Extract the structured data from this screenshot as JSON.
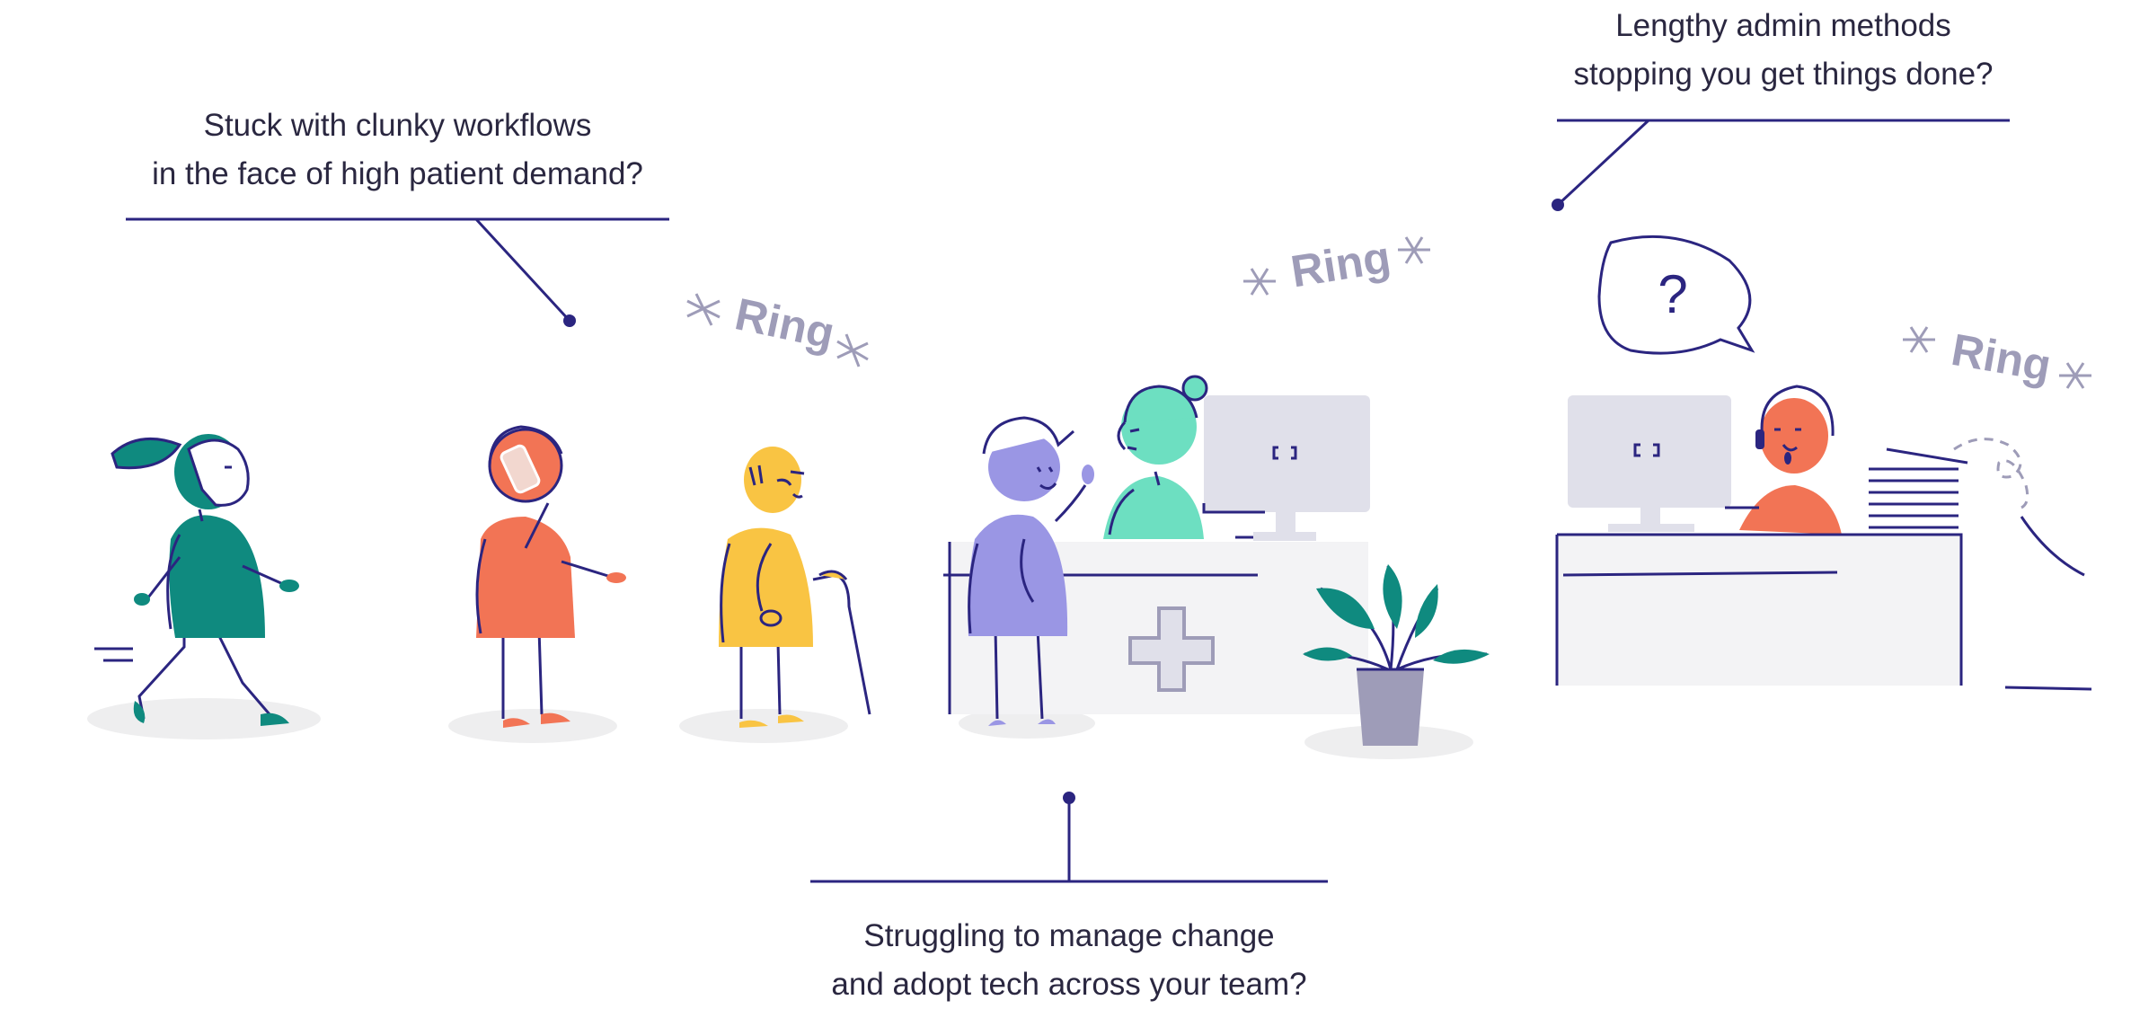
{
  "callouts": {
    "workflows": {
      "line1": "Stuck with clunky workflows",
      "line2": "in the face of high patient demand?"
    },
    "admin": {
      "line1": "Lengthy admin methods",
      "line2": "stopping you get things done?"
    },
    "change": {
      "line1": "Struggling to manage change",
      "line2": "and adopt tech across your team?"
    }
  },
  "phone_rings": [
    "Ring",
    "Ring",
    "Ring"
  ],
  "speech_bubble": {
    "text": "?"
  },
  "colors": {
    "line": "#2b2580",
    "teal": "#0f8a7f",
    "coral": "#f27455",
    "yellow": "#f9c443",
    "lavender": "#9a96e4",
    "mint": "#6ddfc1",
    "shadow": "#eeeeef",
    "desk": "#f3f3f5",
    "monitor": "#e0e0ea",
    "ring": "#9e9cb8"
  }
}
